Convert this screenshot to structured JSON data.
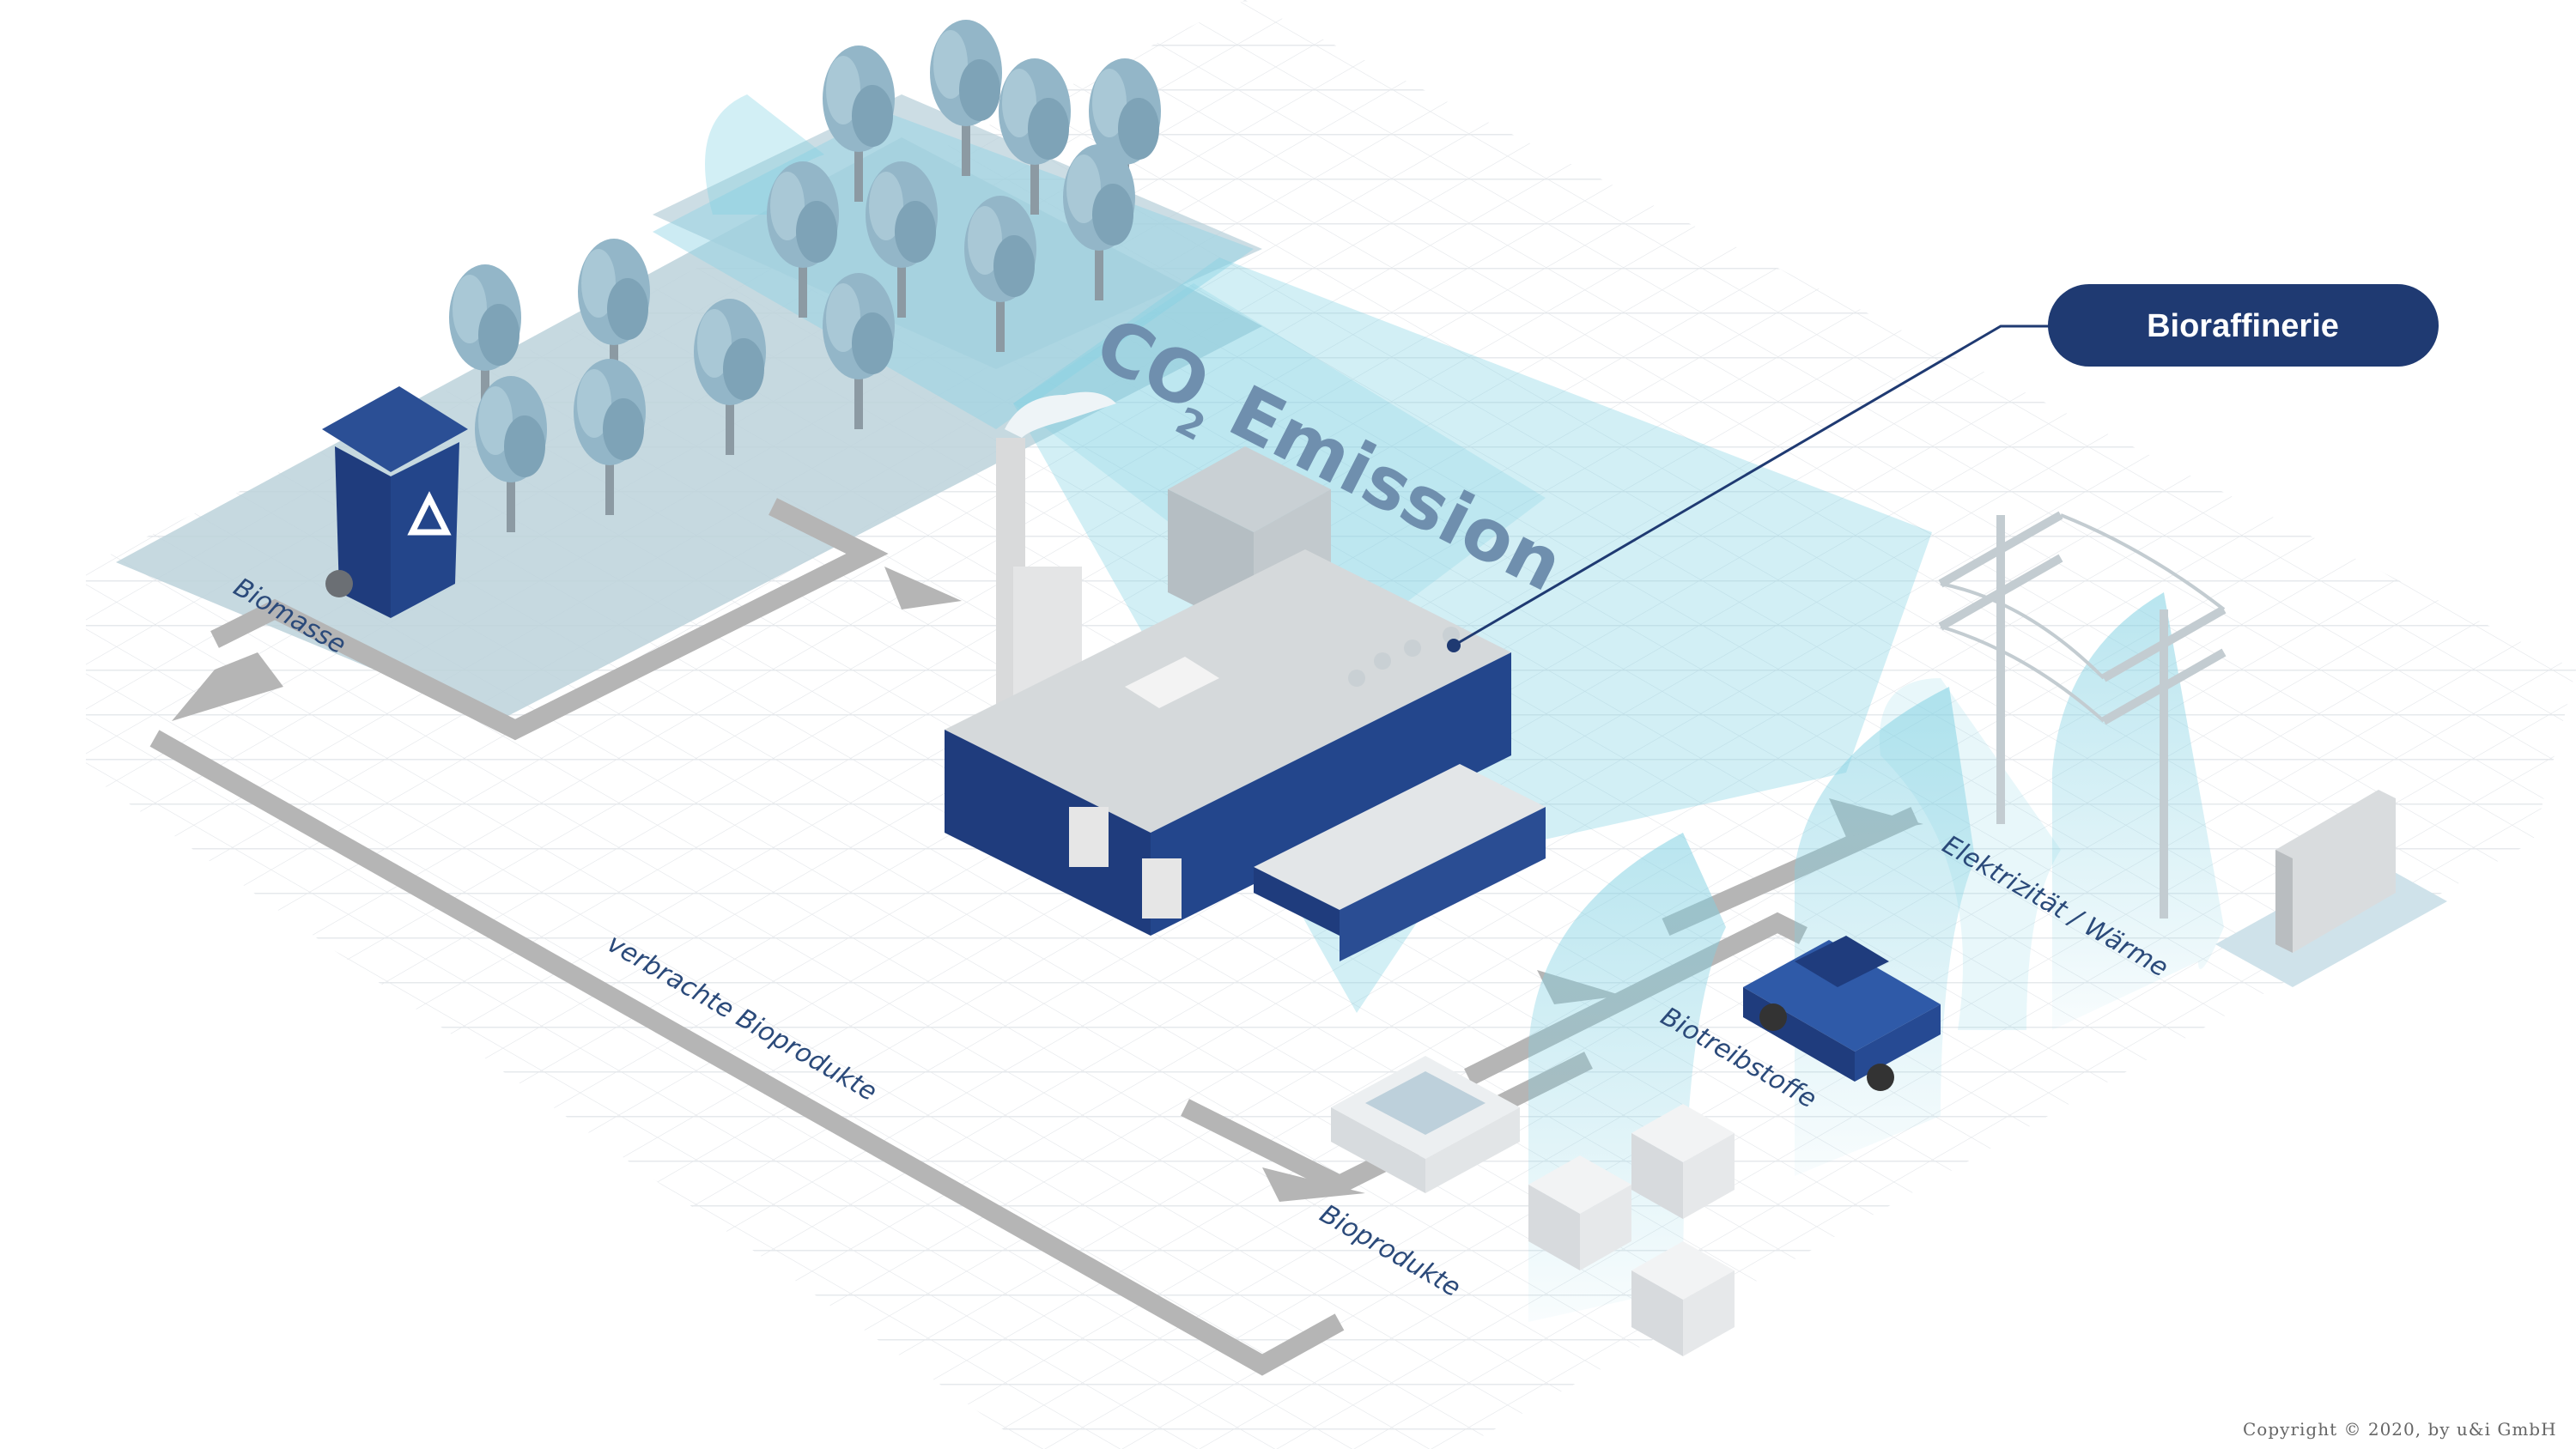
{
  "title": "Bioraffinerie",
  "co2": {
    "main": "CO",
    "sub": "2",
    "rest": "Emission"
  },
  "labels": {
    "biomasse": "Biomasse",
    "verbrachte": "verbrachte Bioprodukte",
    "bioprodukte": "Bioprodukte",
    "biotreibstoffe": "Biotreibstoffe",
    "elektrizitaet": "Elektrizität / Wärme"
  },
  "copyright": "Copyright © 2020, by u&i GmbH",
  "colors": {
    "navy": "#1f3c7d",
    "pill": "#1f3a72",
    "emission": "#7fcfe0",
    "arrow": "#b8b8b8",
    "tree": "#8fb1c4",
    "ground": "#bcd4dd"
  },
  "icons": [
    "recycle-bin-icon",
    "tree-icon",
    "factory-icon",
    "car-icon",
    "power-pole-icon",
    "radiator-icon",
    "box-icon",
    "paper-stack-icon"
  ]
}
